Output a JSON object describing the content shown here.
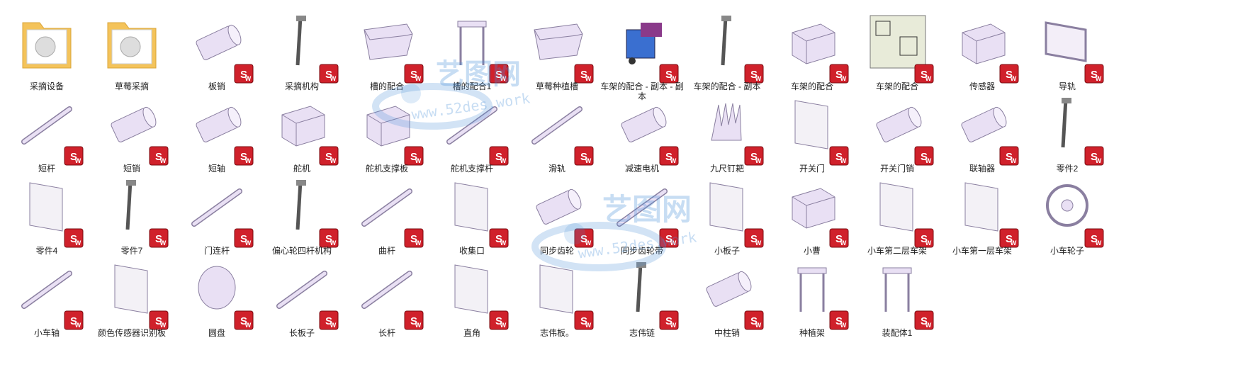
{
  "icons": {
    "folder": "folder-icon",
    "part": "solidworks-part-icon",
    "badge": "solidworks-badge-icon"
  },
  "colors": {
    "folder": "#f4c35a",
    "part": "#e9e0f4",
    "badge": "#d0212b",
    "watermark": "#4a90d9"
  },
  "watermark": {
    "brand": "艺图网",
    "url": "www.52des.work"
  },
  "files": [
    {
      "label": "采摘设备",
      "kind": "folder"
    },
    {
      "label": "草莓采摘",
      "kind": "folder"
    },
    {
      "label": "板销",
      "kind": "cyl"
    },
    {
      "label": "采摘机构",
      "kind": "rod"
    },
    {
      "label": "槽的配合",
      "kind": "tray"
    },
    {
      "label": "槽的配合1",
      "kind": "stand"
    },
    {
      "label": "草莓种植槽",
      "kind": "tray"
    },
    {
      "label": "车架的配合 - 副本 - 副本",
      "kind": "asm"
    },
    {
      "label": "车架的配合 - 副本",
      "kind": "rod"
    },
    {
      "label": "车架的配合",
      "kind": "box"
    },
    {
      "label": "车架的配合",
      "kind": "drawing"
    },
    {
      "label": "传感器",
      "kind": "box"
    },
    {
      "label": "导轨",
      "kind": "frame"
    },
    {
      "label": "短杆",
      "kind": "bar"
    },
    {
      "label": "短销",
      "kind": "cyl"
    },
    {
      "label": "短轴",
      "kind": "cyl"
    },
    {
      "label": "舵机",
      "kind": "box"
    },
    {
      "label": "舵机支撑板",
      "kind": "box"
    },
    {
      "label": "舵机支撑杆",
      "kind": "bar"
    },
    {
      "label": "滑轨",
      "kind": "bar"
    },
    {
      "label": "减速电机",
      "kind": "cyl"
    },
    {
      "label": "九尺钉耙",
      "kind": "rake"
    },
    {
      "label": "开关门",
      "kind": "plate"
    },
    {
      "label": "开关门销",
      "kind": "cyl"
    },
    {
      "label": "联轴器",
      "kind": "cyl"
    },
    {
      "label": "零件2",
      "kind": "rod"
    },
    {
      "label": "零件4",
      "kind": "plate"
    },
    {
      "label": "零件7",
      "kind": "rod"
    },
    {
      "label": "门连杆",
      "kind": "bar"
    },
    {
      "label": "偏心轮四杆机构",
      "kind": "rod"
    },
    {
      "label": "曲杆",
      "kind": "bar"
    },
    {
      "label": "收集口",
      "kind": "plate"
    },
    {
      "label": "同步齿轮",
      "kind": "cyl"
    },
    {
      "label": "同步齿轮带",
      "kind": "bar"
    },
    {
      "label": "小板子",
      "kind": "plate"
    },
    {
      "label": "小曹",
      "kind": "box"
    },
    {
      "label": "小车第二层车架",
      "kind": "plate"
    },
    {
      "label": "小车第一层车架",
      "kind": "plate"
    },
    {
      "label": "小车轮子",
      "kind": "wheel"
    },
    {
      "label": "小车轴",
      "kind": "bar"
    },
    {
      "label": "颜色传感器识别板",
      "kind": "plate"
    },
    {
      "label": "圆盘",
      "kind": "disc"
    },
    {
      "label": "长板子",
      "kind": "bar"
    },
    {
      "label": "长杆",
      "kind": "bar"
    },
    {
      "label": "直角",
      "kind": "plate"
    },
    {
      "label": "志伟板。",
      "kind": "plate"
    },
    {
      "label": "志伟链",
      "kind": "rod"
    },
    {
      "label": "中柱销",
      "kind": "cyl"
    },
    {
      "label": "种植架",
      "kind": "stand"
    },
    {
      "label": "装配体1",
      "kind": "stand"
    }
  ]
}
